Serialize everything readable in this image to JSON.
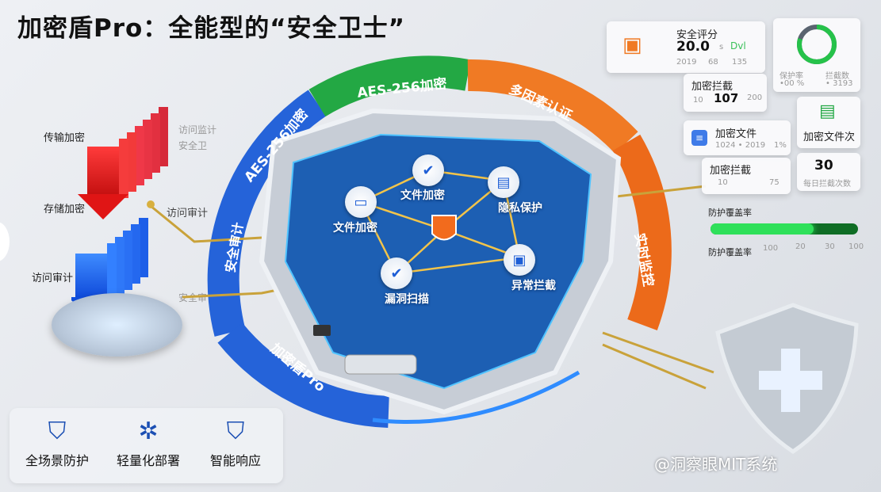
{
  "title": "加密盾Pro：全能型的“安全卫士”",
  "left_labels": {
    "transmission": "传输加密",
    "storage": "存储加密",
    "audit": "访问审计",
    "faint_1": "访问监计",
    "faint_2": "安全卫",
    "connector_label": "访问审计",
    "faint_3": "安全审计"
  },
  "ring": {
    "segments": [
      {
        "label": "AES-256加密",
        "color": "#2563d9"
      },
      {
        "label": "AES-256加密",
        "color": "#23a844"
      },
      {
        "label": "多因素认证",
        "color": "#f07a24"
      },
      {
        "label": "实时监控",
        "color": "#ec6a1a"
      },
      {
        "label": "加密盾Pro",
        "color": "#2563d9"
      },
      {
        "label": "安全审计",
        "color": "#2563d9"
      }
    ]
  },
  "device_nodes": [
    {
      "label": "文件加密",
      "icon": "shield-icon"
    },
    {
      "label": "文件加密",
      "icon": "monitor-icon"
    },
    {
      "label": "隐私保护",
      "icon": "computer-icon"
    },
    {
      "label": "漏洞扫描",
      "icon": "check-shield-icon"
    },
    {
      "label": "异常拦截",
      "icon": "server-icon"
    }
  ],
  "cards": {
    "score": {
      "title": "安全评分",
      "value": "20.0",
      "unit": "s",
      "tag": "Dvl",
      "sub": [
        "2019",
        "68",
        "135"
      ]
    },
    "gauge": {
      "percent": 80,
      "left_label": "保护率",
      "left_value": "•00 %",
      "right_label": "拦截数",
      "right_value": "• 3193"
    },
    "intercept": {
      "title": "加密拦截",
      "value": "107",
      "left": "10",
      "right": "200"
    },
    "encrypted_files": {
      "title": "加密文件",
      "sub": "1024 • 2019",
      "right": "1%"
    },
    "file_count": {
      "title": "加密文件次"
    },
    "block": {
      "title": "加密拦截",
      "left": "10",
      "right": "75"
    },
    "count30": {
      "value": "30",
      "sub": "每日拦截次数"
    }
  },
  "coverage": {
    "label_top": "防护覆盖率",
    "label_bottom": "防护覆盖率",
    "ticks": [
      "100",
      "20",
      "30",
      "100"
    ],
    "percent": 70,
    "color": "#2fe05a"
  },
  "features": [
    {
      "label": "全场景防护",
      "icon": "shield-icon"
    },
    {
      "label": "轻量化部署",
      "icon": "network-icon"
    },
    {
      "label": "智能响应",
      "icon": "smart-shield-icon"
    }
  ],
  "watermark": "@洞察眼MIT系统"
}
